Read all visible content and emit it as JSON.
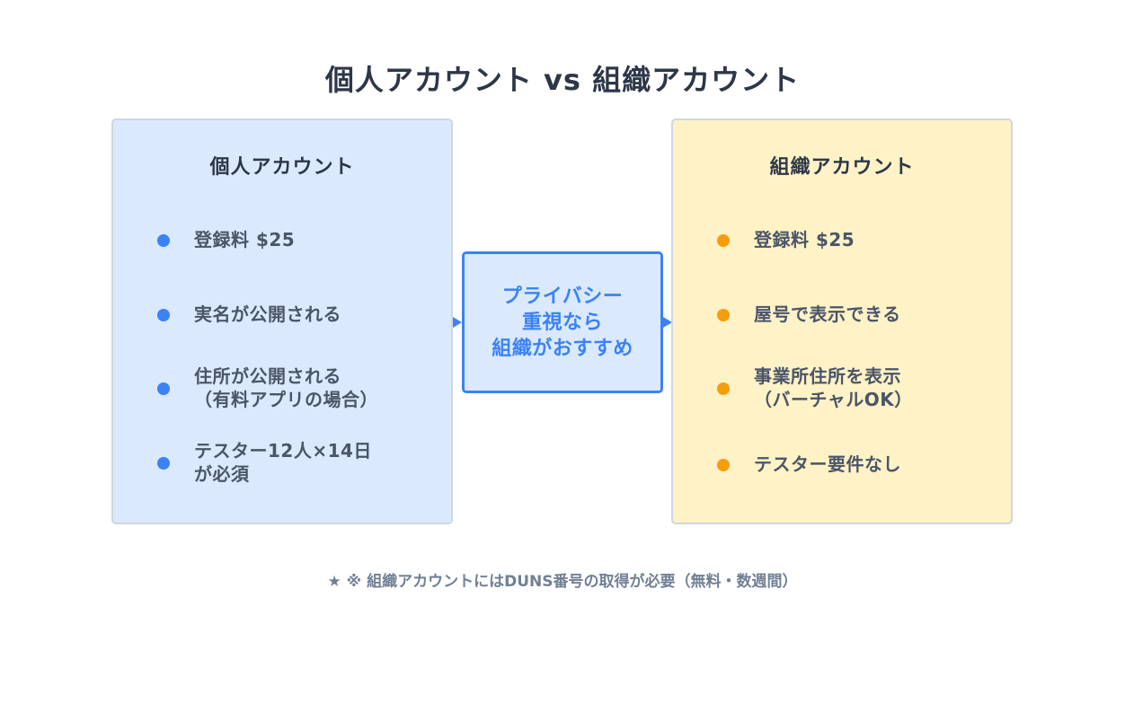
{
  "title": "個人アカウント vs 組織アカウント",
  "colors": {
    "title_text": "#2d3748",
    "personal_bg": "#dbe9fd",
    "personal_bullet": "#3b82f6",
    "org_bg": "#fef2c6",
    "org_bullet": "#f59e0b",
    "accent": "#3b82f6",
    "footnote_text": "#718096"
  },
  "personal": {
    "title": "個人アカウント",
    "items": [
      {
        "text": "登録料 $25"
      },
      {
        "text": "実名が公開される"
      },
      {
        "text": "住所が公開される\n（有料アプリの場合）"
      },
      {
        "text": "テスター12人×14日\nが必須"
      }
    ]
  },
  "center": {
    "text": "プライバシー\n重視なら\n組織がおすすめ"
  },
  "organization": {
    "title": "組織アカウント",
    "items": [
      {
        "text": "登録料 $25"
      },
      {
        "text": "屋号で表示できる"
      },
      {
        "text": "事業所住所を表示\n（バーチャルOK）"
      },
      {
        "text": "テスター要件なし"
      }
    ]
  },
  "footnote": "★ ※ 組織アカウントにはDUNS番号の取得が必要（無料・数週間）"
}
